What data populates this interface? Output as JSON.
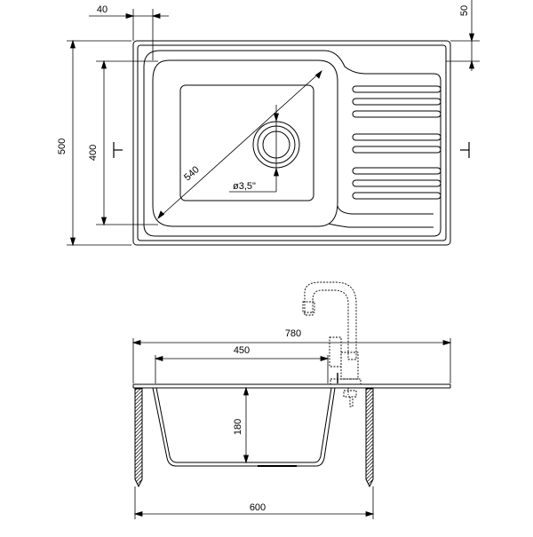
{
  "top_view": {
    "dim_overall_width_depth": "500",
    "dim_bowl_depth": "400",
    "dim_bowl_offset": "40",
    "dim_top_offset": "50",
    "dim_diagonal": "540",
    "dim_drain_diameter": "ø3,5\""
  },
  "section_view": {
    "dim_total_width": "780",
    "dim_bowl_width": "450",
    "dim_bowl_depth": "180",
    "dim_cabinet_width": "600"
  },
  "colors": {
    "line": "#000000",
    "background": "#ffffff"
  }
}
